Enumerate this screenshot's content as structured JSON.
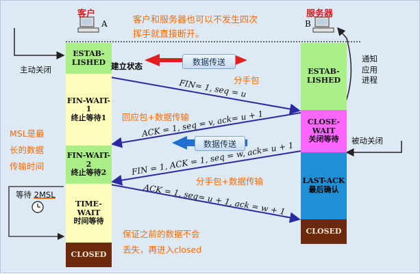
{
  "client": {
    "title": "客户",
    "letter": "A"
  },
  "server": {
    "title": "服务器",
    "letter": "B"
  },
  "client_states": [
    {
      "en": "ESTAB-\nLISHED",
      "cn": "建立状态"
    },
    {
      "en": "FIN-WAIT-1",
      "cn": "终止等待1"
    },
    {
      "en": "FIN-WAIT-2",
      "cn": "终止等待2"
    },
    {
      "en": "TIME-WAIT",
      "cn": "时间等待"
    },
    {
      "en": "CLOSED",
      "cn": ""
    }
  ],
  "server_states": [
    {
      "en": "ESTAB-\nLISHED",
      "cn": ""
    },
    {
      "en": "CLOSE-WAIT",
      "cn": "关闭等待"
    },
    {
      "en": "LAST-ACK",
      "cn": "最后确认"
    },
    {
      "en": "CLOSED",
      "cn": ""
    }
  ],
  "segments": {
    "fin1": "FIN= 1, seq = u",
    "ack1": "ACK = 1, seq = v, ack= u + 1",
    "fin2": "FIN = 1, ACK = 1, seq = w, ack= u + 1",
    "ack2": "ACK = 1, seq= u + 1, ack = w + 1"
  },
  "labels": {
    "active_close": "主动关闭",
    "passive_close": "被动关闭",
    "notify_app": "通知\n应用\n进程",
    "wait_2msl": "等待 2MSL",
    "data_transfer": "数据传送"
  },
  "annotations": {
    "top_note": "客户和服务器也可以不发生四次\n挥手就直接断开。",
    "split_packet": "分手包",
    "ack_data": "回应包+数据传输",
    "msl": "MSL是最\n长的数据\n传输时间",
    "split_data": "分手包+数据传输",
    "final_note": "保证之前的数据不会\n丢失，再进入closed"
  },
  "colors": {
    "background": "#dde9f5",
    "state_yellow": "#ffffbb",
    "state_green": "#aaee88",
    "state_magenta": "#ff66ff",
    "state_blue": "#1f8fd6",
    "state_closed": "#6b2a0e",
    "arrow": "#2a2aa0",
    "annotation": "#ff6a00",
    "data_arrow": "#e02020"
  }
}
